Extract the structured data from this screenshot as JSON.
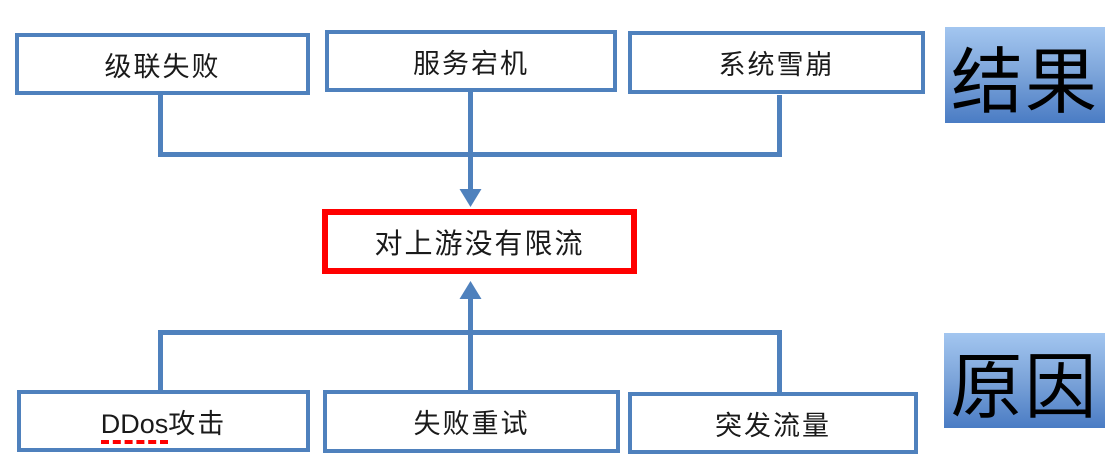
{
  "diagram": {
    "title_hint": "rate-limiting cause-effect diagram",
    "results": [
      {
        "label": "级联失败"
      },
      {
        "label": "服务宕机"
      },
      {
        "label": "系统雪崩"
      }
    ],
    "center": {
      "label": "对上游没有限流"
    },
    "causes": [
      {
        "label_prefix": "DDos",
        "label_suffix": "攻击",
        "prefix_marked_misspelled": true
      },
      {
        "label": "失败重试"
      },
      {
        "label": "突发流量"
      }
    ],
    "tags": {
      "result": "结果",
      "cause": "原因"
    },
    "colors": {
      "box_border": "#4f81bd",
      "connector": "#4f81bd",
      "center_border": "#ff0000",
      "misspell_underline": "#ff0000",
      "tag_gradient_top": "#a3c6f0",
      "tag_gradient_bottom": "#4a7cc4",
      "text": "#1a1a1a",
      "background": "#ffffff"
    }
  }
}
